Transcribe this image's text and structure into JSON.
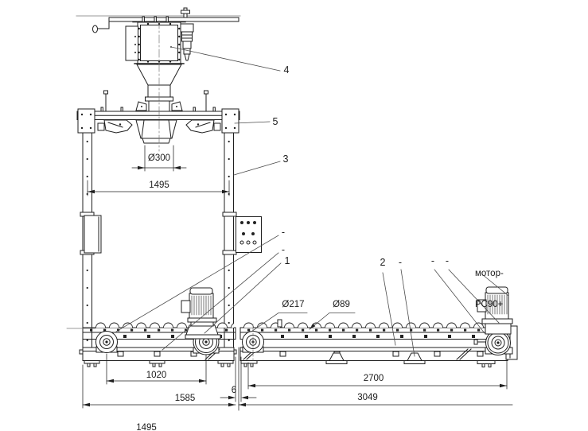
{
  "callouts": {
    "weigh_hopper": "4",
    "bag_clamp": "5",
    "support_frame": "3",
    "conveyor_short": "1",
    "conveyor_long": "2",
    "dash": "-",
    "motor_line1": "мотор-",
    "motor_line2": "РС90+"
  },
  "dimensions": {
    "spout_diameter": "Ø300",
    "frame_width": "1495",
    "drum_diameter": "Ø217",
    "roller_diameter": "Ø89",
    "conveyor1_axle_span": "1020",
    "conveyor_gap": "6",
    "conveyor1_length": "1585",
    "conveyor2_axle_span": "2700",
    "conveyor2_length": "3049",
    "lower_width": "1495"
  },
  "colors": {
    "line": "#1f1f1f",
    "background": "#ffffff",
    "centerline": "#777777"
  }
}
